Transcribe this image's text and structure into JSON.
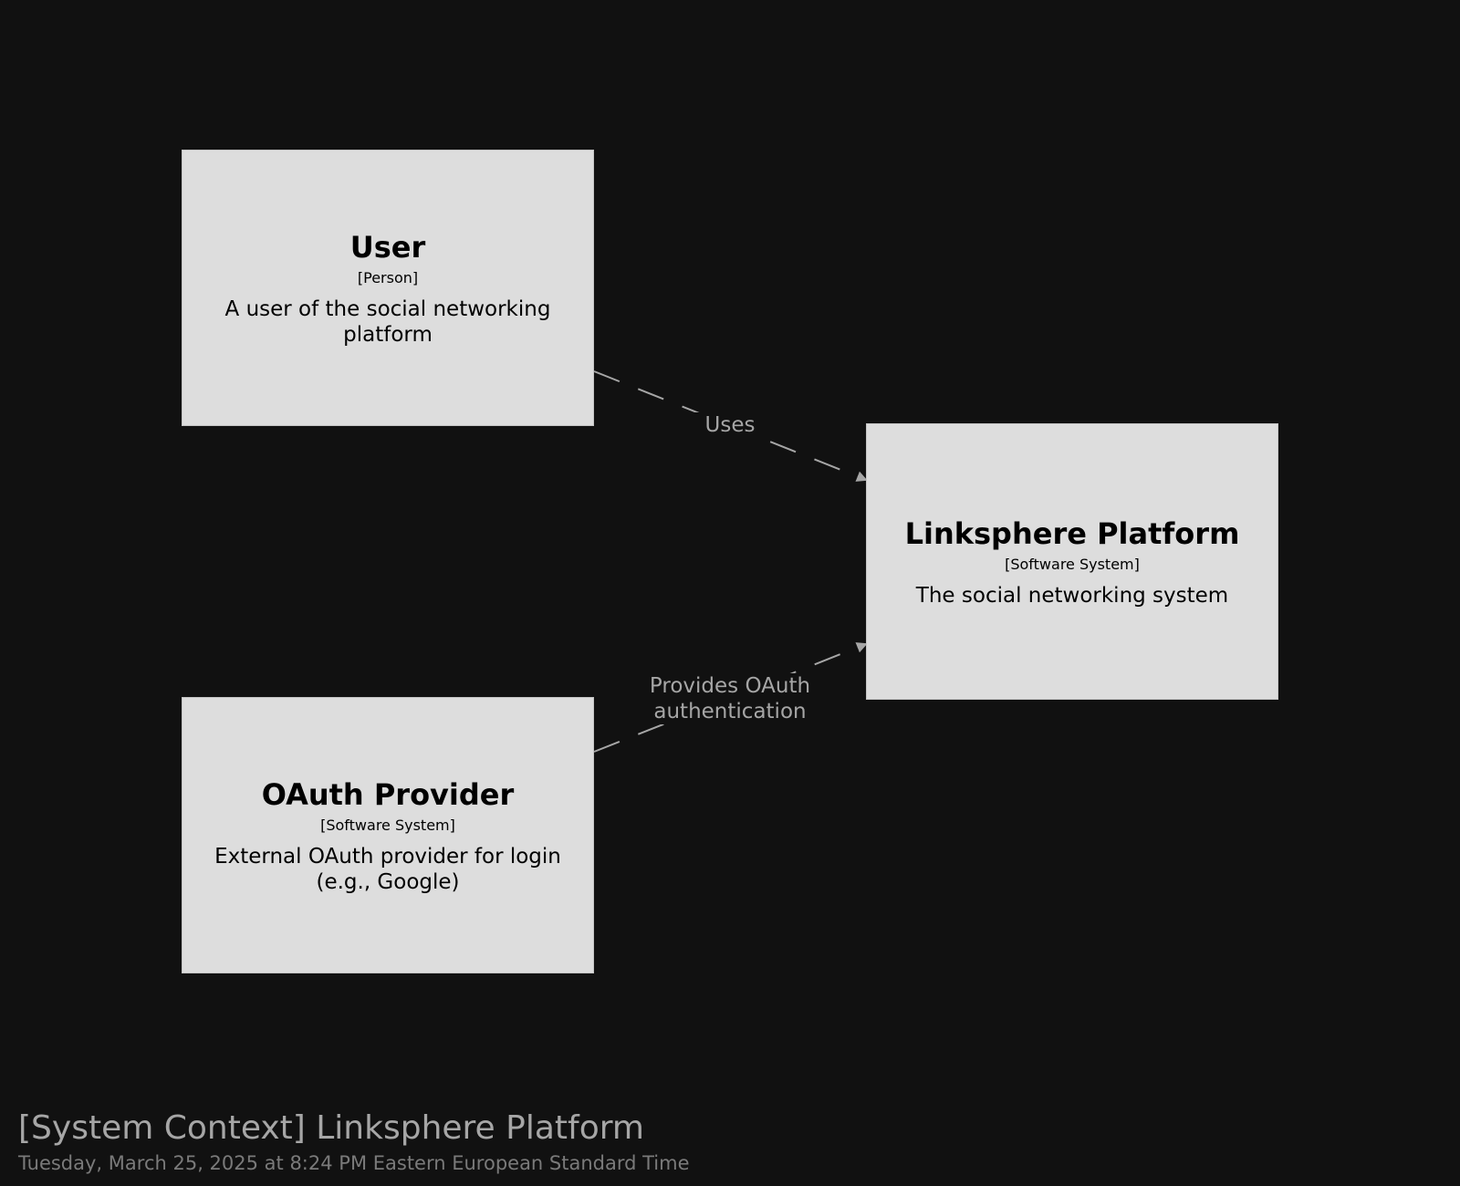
{
  "elements": {
    "user": {
      "name": "User",
      "type": "[Person]",
      "description": "A user of the social networking platform"
    },
    "platform": {
      "name": "Linksphere Platform",
      "type": "[Software System]",
      "description": "The social networking system"
    },
    "oauth": {
      "name": "OAuth Provider",
      "type": "[Software System]",
      "description": "External OAuth provider for login (e.g., Google)"
    }
  },
  "relationships": {
    "uses": {
      "label": "Uses"
    },
    "oauth": {
      "label": "Provides OAuth authentication"
    }
  },
  "diagram": {
    "title": "[System Context] Linksphere Platform",
    "timestamp": "Tuesday, March 25, 2025 at 8:24 PM Eastern European Standard Time"
  },
  "colors": {
    "background": "#111111",
    "element_fill": "#dddddd",
    "element_text": "#000000",
    "relationship": "#a6a6a6"
  }
}
